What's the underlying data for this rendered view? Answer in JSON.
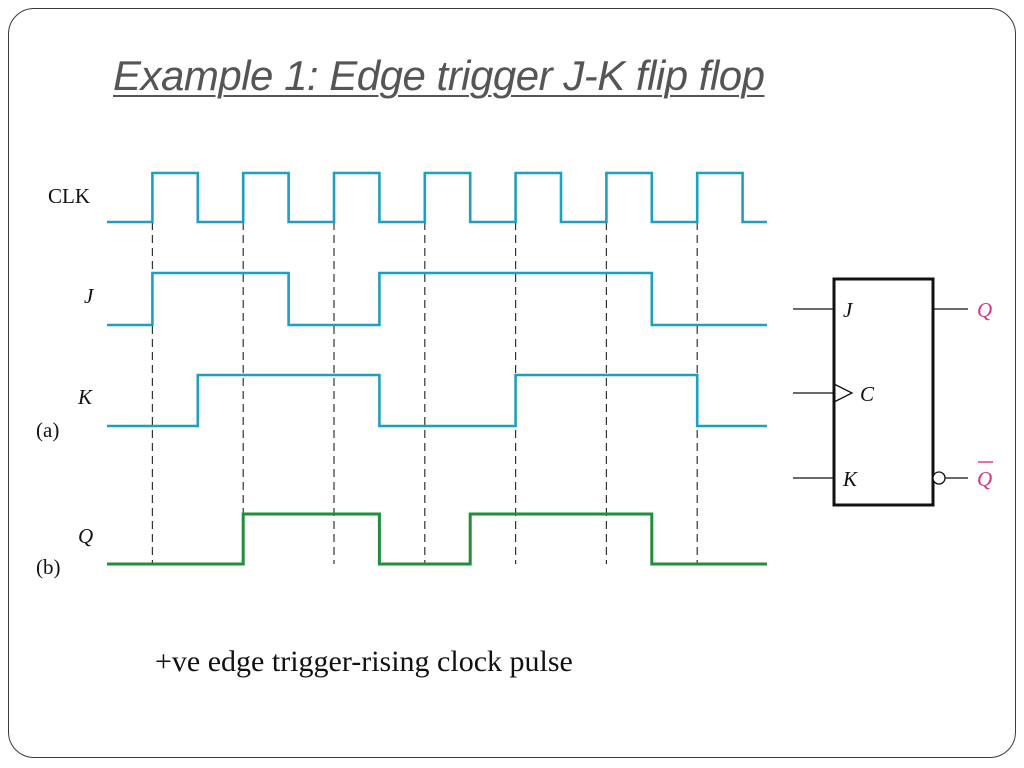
{
  "title": "Example 1: Edge trigger J-K flip flop",
  "caption": "+ve edge trigger-rising clock pulse",
  "timing_diagram": {
    "signals": [
      {
        "name": "CLK",
        "italic": false,
        "levels": [
          0,
          1,
          0,
          1,
          0,
          1,
          0,
          1,
          0,
          1,
          0,
          1,
          0,
          1,
          0
        ],
        "color": "#1e9ec0"
      },
      {
        "name": "J",
        "italic": true,
        "levels": [
          0,
          1,
          1,
          1,
          0,
          0,
          1,
          1,
          1,
          1,
          1,
          1,
          0,
          0,
          0
        ],
        "color": "#1e9ec0"
      },
      {
        "name": "K",
        "italic": true,
        "levels": [
          0,
          0,
          1,
          1,
          1,
          1,
          0,
          0,
          0,
          1,
          1,
          1,
          1,
          0,
          0
        ],
        "color": "#1e9ec0"
      },
      {
        "name": "Q",
        "italic": true,
        "levels": [
          0,
          0,
          0,
          1,
          1,
          1,
          0,
          0,
          1,
          1,
          1,
          1,
          0,
          0,
          0
        ],
        "color": "#1f8f3a"
      }
    ],
    "part_labels": [
      "(a)",
      "(b)"
    ]
  },
  "flip_flop": {
    "inputs": [
      "J",
      "C",
      "K"
    ],
    "outputs": [
      "Q",
      "Q"
    ],
    "output_color": "#e0308a",
    "clock_edge": "rising",
    "qbar_inverted": true
  }
}
